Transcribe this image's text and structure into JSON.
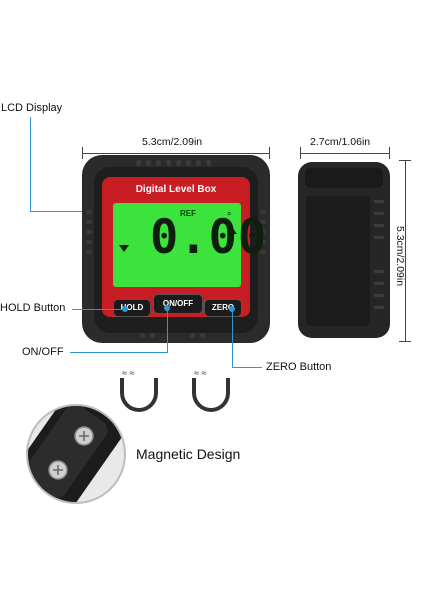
{
  "callouts": {
    "lcd_display": "LCD Display",
    "hold_button": "HOLD Button",
    "on_off": "ON/OFF",
    "zero_button": "ZERO Button",
    "magnetic_design": "Magnetic Design"
  },
  "dimensions": {
    "front_width": "5.3cm/2.09in",
    "side_width": "2.7cm/1.06in",
    "height": "5.3cm/2.09in"
  },
  "device": {
    "brand": "Digital Level Box",
    "ref_label": "REF",
    "reading": "0.00",
    "degree_symbol": "°",
    "buttons": {
      "hold": "HOLD",
      "on_off": "ON/OFF",
      "zero": "ZERO"
    }
  },
  "colors": {
    "callout_line": "#2f95d6",
    "body_red": "#c81d22",
    "lcd_green": "#3ce33c"
  },
  "icons": [
    "magnet-icon",
    "magnet-icon",
    "screw-icon"
  ]
}
